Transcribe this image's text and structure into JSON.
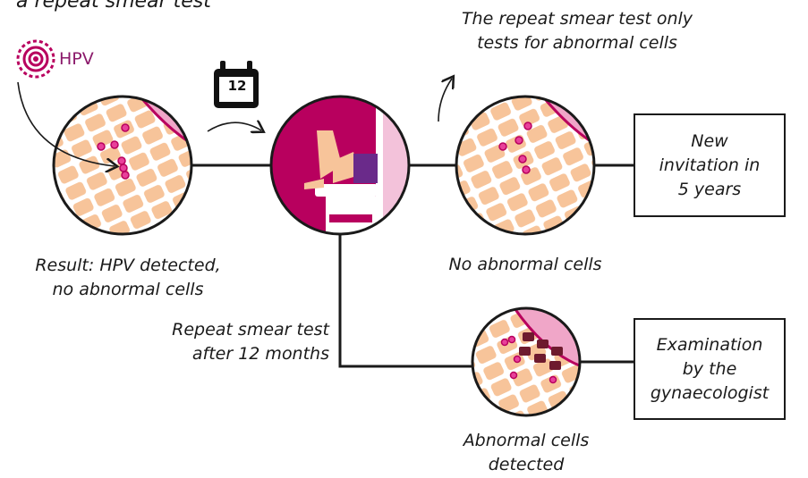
{
  "header": {
    "partial_title": "a repeat smear test"
  },
  "hpv_label": "HPV",
  "calendar_number": "12",
  "labels": {
    "result": [
      "Result: HPV detected,",
      "no abnormal cells"
    ],
    "repeat_only": [
      "The repeat smear test only",
      "tests for abnormal cells"
    ],
    "no_abnormal": "No abnormal cells",
    "repeat_after": [
      "Repeat smear test",
      "after 12 months"
    ],
    "abnormal_detected": [
      "Abnormal cells",
      "detected"
    ]
  },
  "boxes": {
    "new_invitation": [
      "New",
      "invitation in",
      "5 years"
    ],
    "examination": [
      "Examination",
      "by the",
      "gynaecologist"
    ]
  },
  "colors": {
    "magenta": "#b8005e",
    "light_pink": "#f0a6c8",
    "cell_orange": "#f7c49a",
    "dark_cell": "#6e1a2e",
    "purple": "#6a2a8a",
    "hpv_purple": "#8b1a6b"
  }
}
